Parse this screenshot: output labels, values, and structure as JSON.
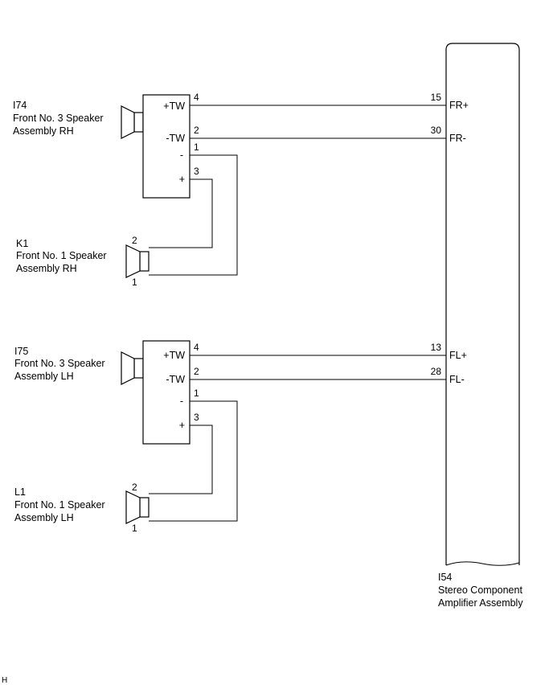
{
  "components": {
    "i74": {
      "code": "I74",
      "line1": "Front No. 3 Speaker",
      "line2": "Assembly RH",
      "pins": {
        "tw_plus_label": "+TW",
        "tw_plus_num": "4",
        "tw_minus_label": "-TW",
        "tw_minus_num": "2",
        "minus_label": "-",
        "minus_num": "1",
        "plus_label": "+",
        "plus_num": "3"
      }
    },
    "k1": {
      "code": "K1",
      "line1": "Front No. 1 Speaker",
      "line2": "Assembly RH",
      "pin_top": "2",
      "pin_bottom": "1"
    },
    "i75": {
      "code": "I75",
      "line1": "Front No. 3 Speaker",
      "line2": "Assembly LH",
      "pins": {
        "tw_plus_label": "+TW",
        "tw_plus_num": "4",
        "tw_minus_label": "-TW",
        "tw_minus_num": "2",
        "minus_label": "-",
        "minus_num": "1",
        "plus_label": "+",
        "plus_num": "3"
      }
    },
    "l1": {
      "code": "L1",
      "line1": "Front No. 1 Speaker",
      "line2": "Assembly LH",
      "pin_top": "2",
      "pin_bottom": "1"
    },
    "i54": {
      "code": "I54",
      "line1": "Stereo Component",
      "line2": "Amplifier Assembly",
      "pins": {
        "fr_plus_num": "15",
        "fr_plus_label": "FR+",
        "fr_minus_num": "30",
        "fr_minus_label": "FR-",
        "fl_plus_num": "13",
        "fl_plus_label": "FL+",
        "fl_minus_num": "28",
        "fl_minus_label": "FL-"
      }
    }
  },
  "footer_mark": "H"
}
